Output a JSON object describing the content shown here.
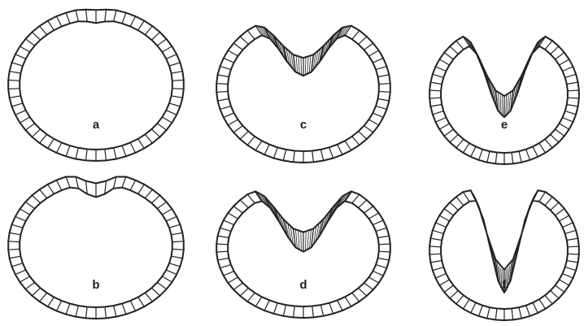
{
  "figure": {
    "panels": [
      {
        "label": "a",
        "stage": 0
      },
      {
        "label": "b",
        "stage": 1
      },
      {
        "label": "c",
        "stage": 2
      },
      {
        "label": "d",
        "stage": 3
      },
      {
        "label": "e",
        "stage": 4
      },
      {
        "label": "f",
        "stage": 5
      }
    ],
    "colors": {
      "stroke": "#222222",
      "cell_fill": "#ffffff",
      "background": "#ffffff"
    }
  }
}
